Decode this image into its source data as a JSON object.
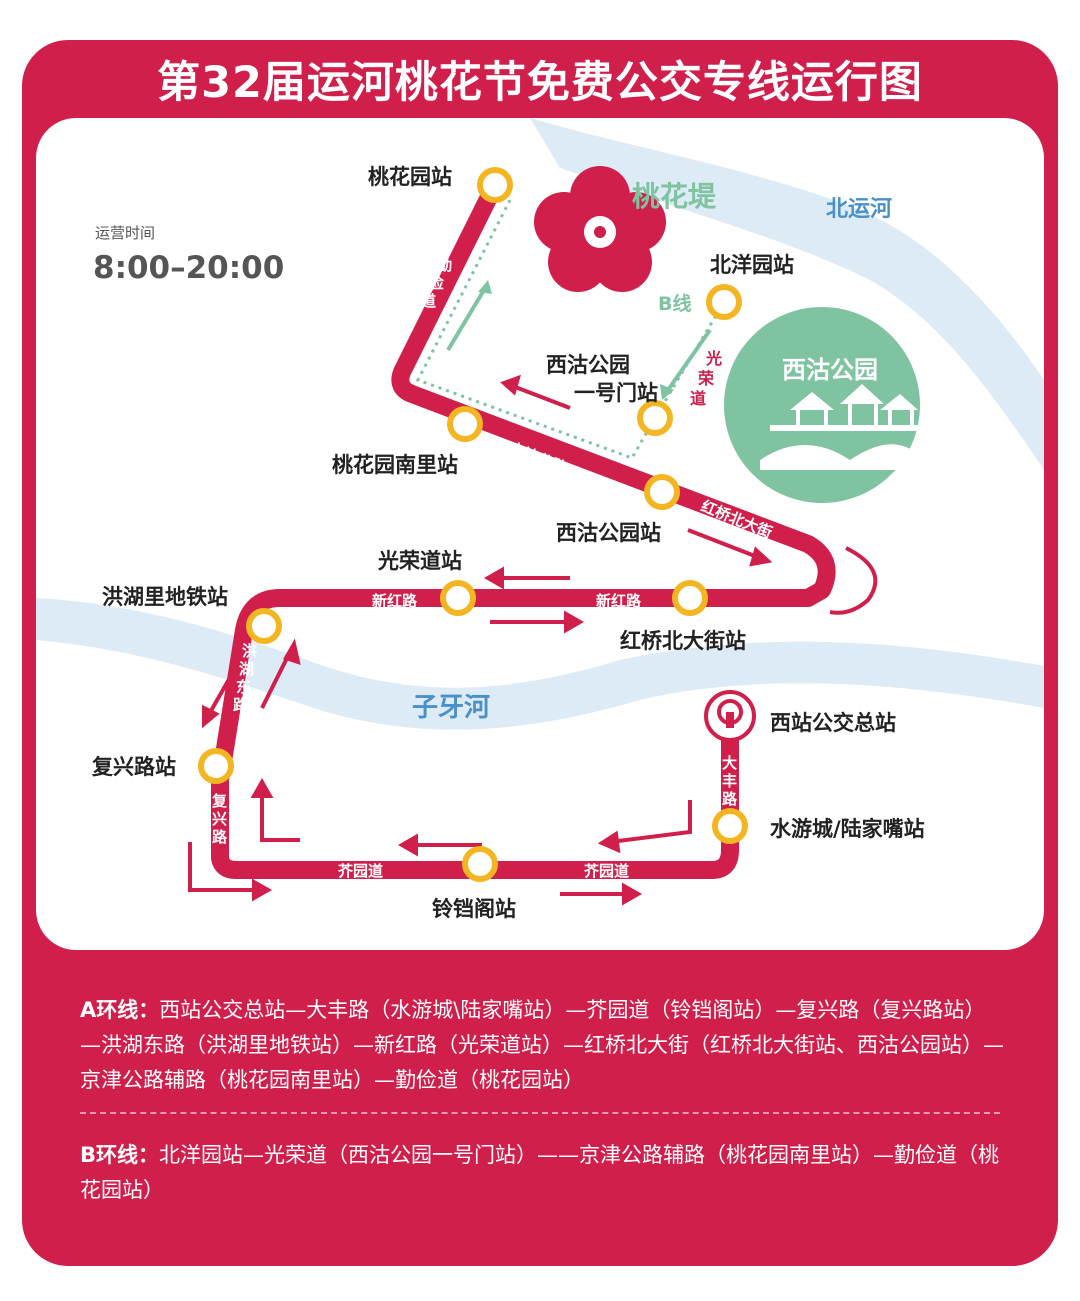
{
  "title": "第32届运河桃花节免费公交专线运行图",
  "hours": {
    "label": "运营时间",
    "value": "8:00–20:00"
  },
  "areas": {
    "peach_dike": "桃花堤",
    "north_canal": "北运河",
    "ziya_river": "子牙河",
    "xigu_park": "西沽公园"
  },
  "line_b_label": "B线",
  "stations": {
    "taohuayuan": "桃花园站",
    "beiyangyuan": "北洋园站",
    "xigu_gate1_l1": "西沽公园",
    "xigu_gate1_l2": "一号门站",
    "taohuayuan_nanli": "桃花园南里站",
    "xigu_park_station": "西沽公园站",
    "guangrongdao": "光荣道站",
    "honghuli_metro": "洪湖里地铁站",
    "hongqiao_north": "红桥北大街站",
    "xizhan_terminal": "西站公交总站",
    "fuxinglu": "复兴路站",
    "shuiyoucheng": "水游城/陆家嘴站",
    "lingdangge": "铃铛阁站"
  },
  "roads": {
    "qinjian_c1": "勤",
    "qinjian_c2": "俭",
    "qinjian_c3": "道",
    "guangrong_c1": "光",
    "guangrong_c2": "荣",
    "guangrong_c3": "道",
    "jingjin": "京津公路",
    "hongqiao_st": "红桥北大街",
    "xinhong_1": "新红路",
    "xinhong_2": "新红路",
    "honghudong_c1": "洪",
    "honghudong_c2": "湖",
    "honghudong_c3": "东",
    "honghudong_c4": "路",
    "fuxing_c1": "复",
    "fuxing_c2": "兴",
    "fuxing_c3": "路",
    "dafeng_c1": "大",
    "dafeng_c2": "丰",
    "dafeng_c3": "路",
    "jieyuan_1": "芥园道",
    "jieyuan_2": "芥园道"
  },
  "colors": {
    "brand_red": "#d11f4b",
    "route_red": "#d11f4b",
    "station_ring": "#f4b522",
    "river_blue": "#dcebf6",
    "river_text": "#4a90c9",
    "park_green": "#7fc3a0",
    "line_b_green": "#7fc3a0"
  },
  "legend": {
    "a_label": "A环线：",
    "a_text": "西站公交总站—大丰路（水游城\\陆家嘴站）—芥园道（铃铛阁站）—复兴路（复兴路站）—洪湖东路（洪湖里地铁站）—新红路（光荣道站）—红桥北大街（红桥北大街站、西沽公园站）—京津公路辅路（桃花园南里站）—勤俭道（桃花园站）",
    "b_label": "B环线：",
    "b_text": "北洋园站—光荣道（西沽公园一号门站）——京津公路辅路（桃花园南里站）—勤俭道（桃花园站）"
  }
}
